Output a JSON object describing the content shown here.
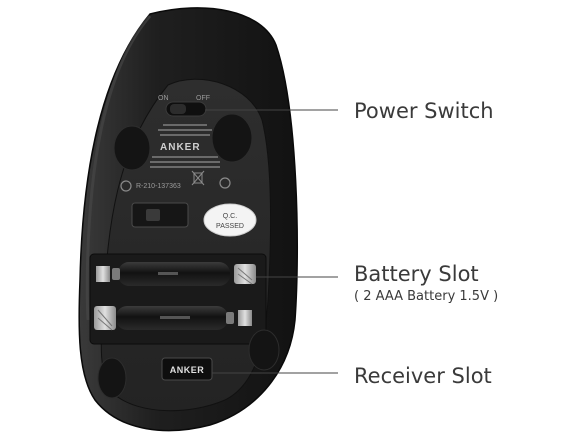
{
  "callouts": {
    "power_switch": "Power Switch",
    "battery_slot": "Battery Slot",
    "battery_note": "( 2 AAA Battery 1.5V )",
    "receiver_slot": "Receiver Slot"
  },
  "device_markings": {
    "brand": "ANKER",
    "switch_on": "ON",
    "switch_off": "OFF",
    "qc_line1": "Q.C.",
    "qc_line2": "PASSED",
    "cert_code": "R-210-137363",
    "receiver_brand": "ANKER"
  },
  "colors": {
    "body_dark": "#1c1c1c",
    "panel": "#2a2a2a",
    "label_text": "#3a3a3a",
    "leader_line": "#444444",
    "background": "#ffffff"
  }
}
